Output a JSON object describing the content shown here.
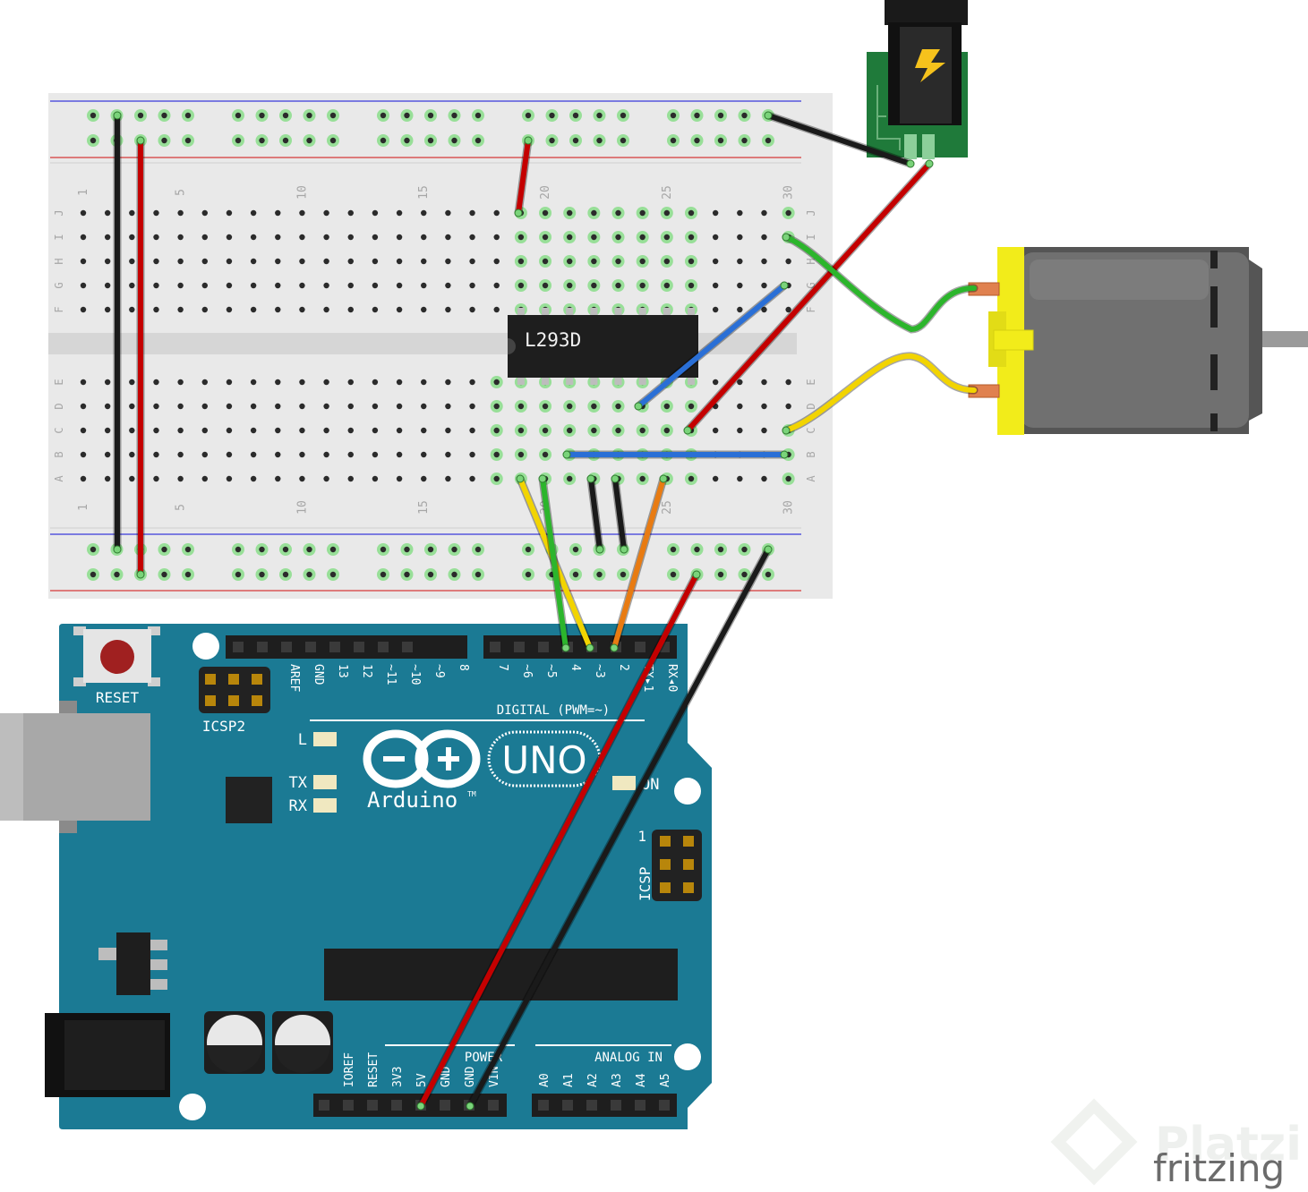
{
  "breadboard": {
    "column_numbers": [
      "1",
      "5",
      "10",
      "15",
      "20",
      "25",
      "30"
    ],
    "row_letters_top": [
      "J",
      "I",
      "H",
      "G",
      "F"
    ],
    "row_letters_bottom": [
      "E",
      "D",
      "C",
      "B",
      "A"
    ]
  },
  "ic": {
    "label": "L293D"
  },
  "arduino": {
    "reset_label": "RESET",
    "icsp2_label": "ICSP2",
    "icsp_label": "ICSP",
    "icsp_pin1": "1",
    "led_l": "L",
    "led_tx": "TX",
    "led_rx": "RX",
    "led_on": "ON",
    "brand": "Arduino",
    "trademark": "TM",
    "model": "UNO",
    "digital_label": "DIGITAL (PWM=~)",
    "power_label": "POWER",
    "analog_label": "ANALOG IN",
    "digital_pins": [
      "AREF",
      "GND",
      "13",
      "12",
      "~11",
      "~10",
      "~9",
      "8",
      "7",
      "~6",
      "~5",
      "4",
      "~3",
      "2",
      "TX▸1",
      "RX◂0"
    ],
    "power_pins": [
      "IOREF",
      "RESET",
      "3V3",
      "5V",
      "GND",
      "GND",
      "VIN"
    ],
    "analog_pins": [
      "A0",
      "A1",
      "A2",
      "A3",
      "A4",
      "A5"
    ]
  },
  "watermark": {
    "brand": "Platzi",
    "tool": "fritzing"
  },
  "colors": {
    "board": "#1b7a94",
    "breadboard": "#e9e9e9",
    "wire_red": "#c40000",
    "wire_black": "#1a1a1a",
    "wire_blue": "#2a6fd6",
    "wire_green": "#2cb52c",
    "wire_yellow": "#f2d400",
    "wire_orange": "#e87b12",
    "motor_cap": "#f2ec1a",
    "motor_body": "#6f6f6f",
    "ic_body": "#1e1e1e"
  }
}
